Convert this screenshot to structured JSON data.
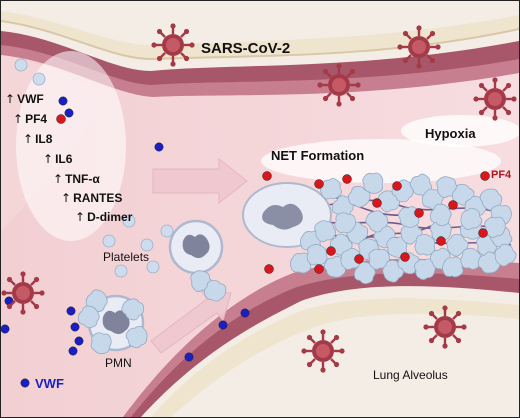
{
  "labels": {
    "virus": "SARS-CoV-2",
    "net_formation": "NET Formation",
    "hypoxia": "Hypoxia",
    "pf4_red": "PF4",
    "platelets": "Platelets",
    "pmn": "PMN",
    "vwf_bottom": "VWF",
    "lung_alveolus": "Lung Alveolus"
  },
  "markers": [
    {
      "arrow": "↑",
      "text": "VWF",
      "dot": "blue"
    },
    {
      "arrow": "↑",
      "text": "PF4",
      "dot": "red"
    },
    {
      "arrow": "↑",
      "text": "IL8"
    },
    {
      "arrow": "↑",
      "text": "IL6"
    },
    {
      "arrow": "↑",
      "text": "TNF-α"
    },
    {
      "arrow": "↑",
      "text": "RANTES"
    },
    {
      "arrow": "↑",
      "text": "D-dimer"
    }
  ],
  "colors": {
    "vwf_dot": "#1a1fc4",
    "pf4_dot": "#d8161b",
    "pf4_text": "#b0161b",
    "vwf_text": "#1a1fc4",
    "lumen": "#f5d4d4",
    "vessel_wall": "#a8566a",
    "tissue": "#efe5cf",
    "platelet": "#c7d8ea",
    "virus": "#a43a48"
  },
  "icons": [
    "virus-icon",
    "neutrophil-icon",
    "platelet-icon",
    "flow-arrow-icon",
    "net-strand-icon"
  ]
}
